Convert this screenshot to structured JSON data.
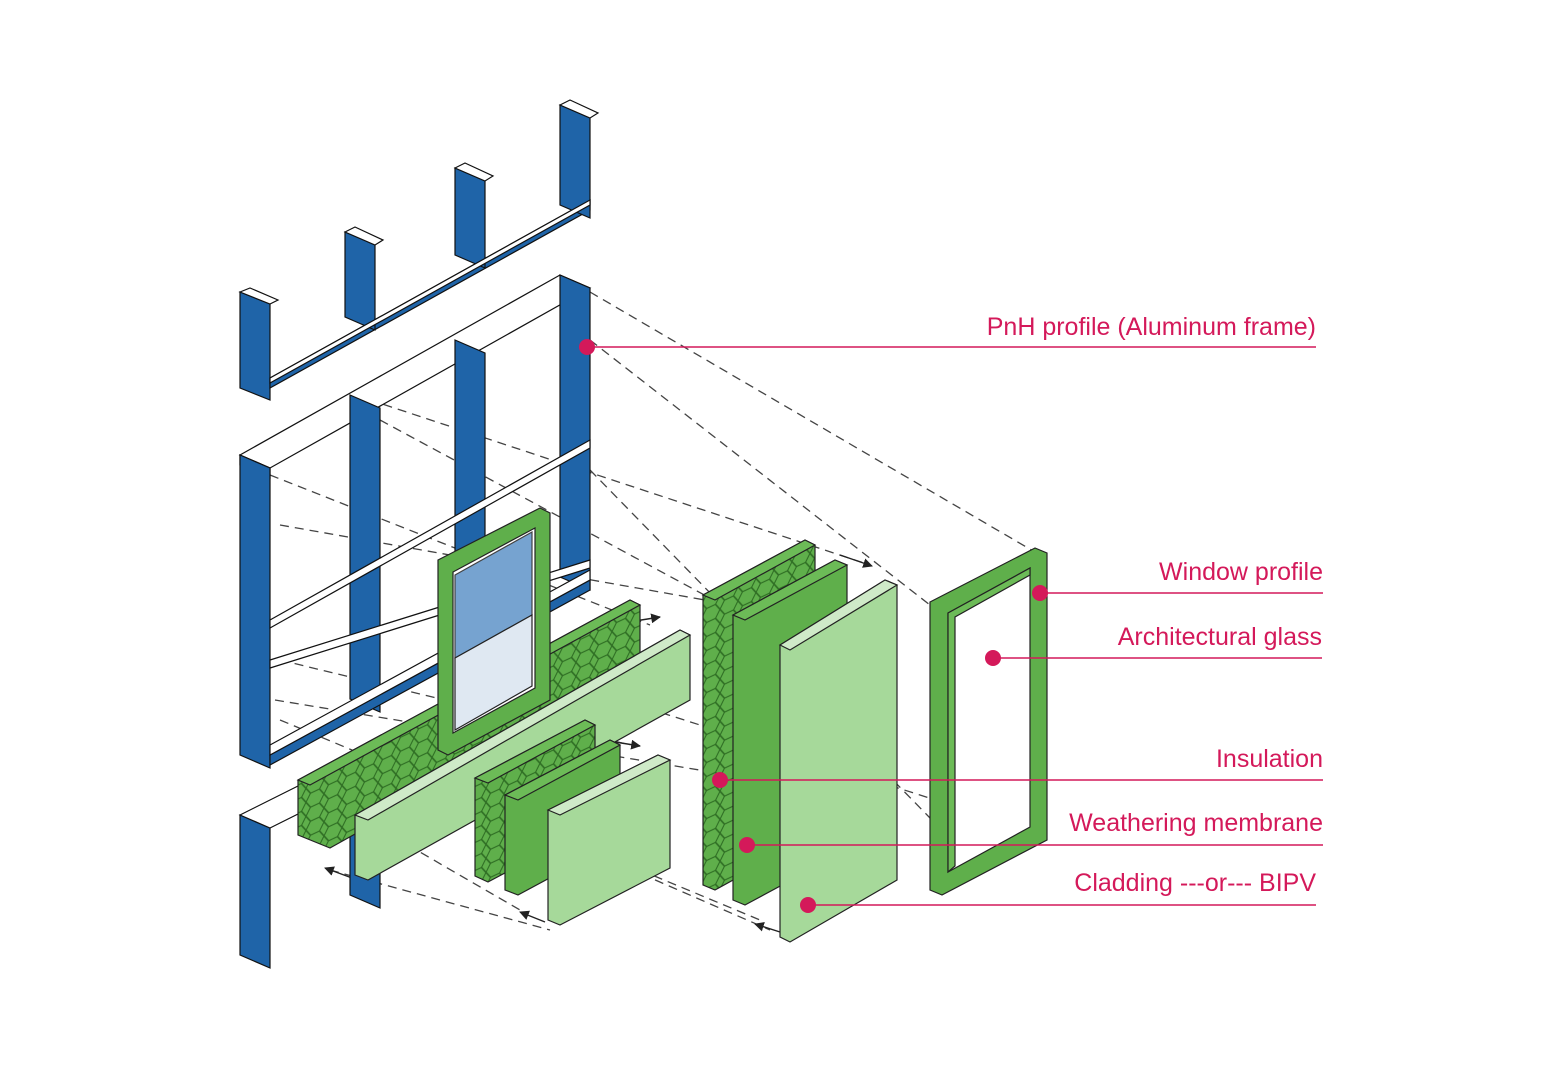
{
  "colors": {
    "frame_blue": "#1f64a8",
    "frame_blue_dark": "#17508a",
    "green_dark": "#5faf4b",
    "green_mid": "#6cbb57",
    "green_light": "#a6d99a",
    "glass_blue": "#5f93c8",
    "callout": "#d4195a",
    "line": "#333333"
  },
  "labels": [
    {
      "id": "pnh",
      "text": "PnH profile (Aluminum frame)"
    },
    {
      "id": "window",
      "text": "Window profile"
    },
    {
      "id": "glass",
      "text": "Architectural glass"
    },
    {
      "id": "insulation",
      "text": "Insulation"
    },
    {
      "id": "membrane",
      "text": "Weathering membrane"
    },
    {
      "id": "cladding",
      "text": "Cladding ---or--- BIPV"
    }
  ],
  "icons": {
    "callout_marker": "callout-dot-icon",
    "arrow": "arrowhead-icon",
    "insulation_pattern": "honeycomb-pattern-icon"
  }
}
